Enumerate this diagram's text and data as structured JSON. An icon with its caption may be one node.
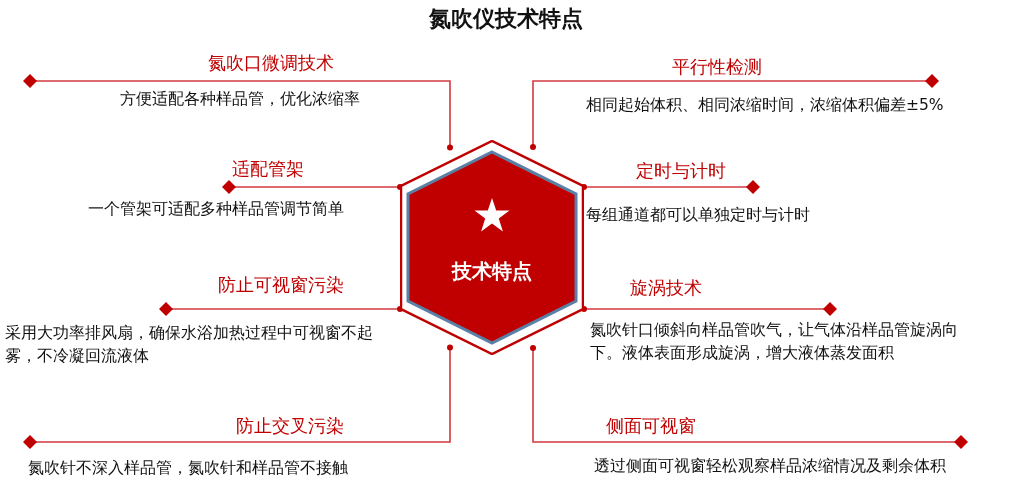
{
  "diagram": {
    "title": "氮吹仪技术特点",
    "nodes": [
      {
        "text": [
          "技术特点"
        ]
      },
      {
        "text": [
          "氮吹口微调技术",
          "方便适配各种样品管，优化浓缩率"
        ]
      },
      {
        "text": [
          "适配管架",
          "一个管架可适配多种样品管调节简单"
        ]
      },
      {
        "text": [
          "防止可视窗污染",
          "采用大功率排风扇，确保水浴加热过程中可视窗不起雾，不冷凝回流液体"
        ]
      },
      {
        "text": [
          "防止交叉污染",
          "氮吹针不深入样品管，氮吹针和样品管不接触"
        ]
      },
      {
        "text": [
          "平行性检测",
          "相同起始体积、相同浓缩时间，浓缩体积偏差±5%"
        ]
      },
      {
        "text": [
          "定时与计时",
          "每组通道都可以单独定时与计时"
        ]
      },
      {
        "text": [
          "旋涡技术",
          "氮吹针口倾斜向样品管吹气，让气体沿样品管旋涡向下。液体表面形成旋涡，增大液体蒸发面积"
        ]
      },
      {
        "text": [
          "侧面可视窗",
          "透过侧面可视窗轻松观察样品浓缩情况及剩余体积"
        ]
      }
    ],
    "edges": [
      {
        "from": 0,
        "to": 1,
        "arrow": "other"
      },
      {
        "from": 0,
        "to": 2,
        "arrow": "other"
      },
      {
        "from": 0,
        "to": 3,
        "arrow": "other"
      },
      {
        "from": 0,
        "to": 4,
        "arrow": "other"
      },
      {
        "from": 0,
        "to": 5,
        "arrow": "other"
      },
      {
        "from": 0,
        "to": 6,
        "arrow": "other"
      },
      {
        "from": 0,
        "to": 7,
        "arrow": "other"
      },
      {
        "from": 0,
        "to": 8,
        "arrow": "other"
      }
    ]
  }
}
